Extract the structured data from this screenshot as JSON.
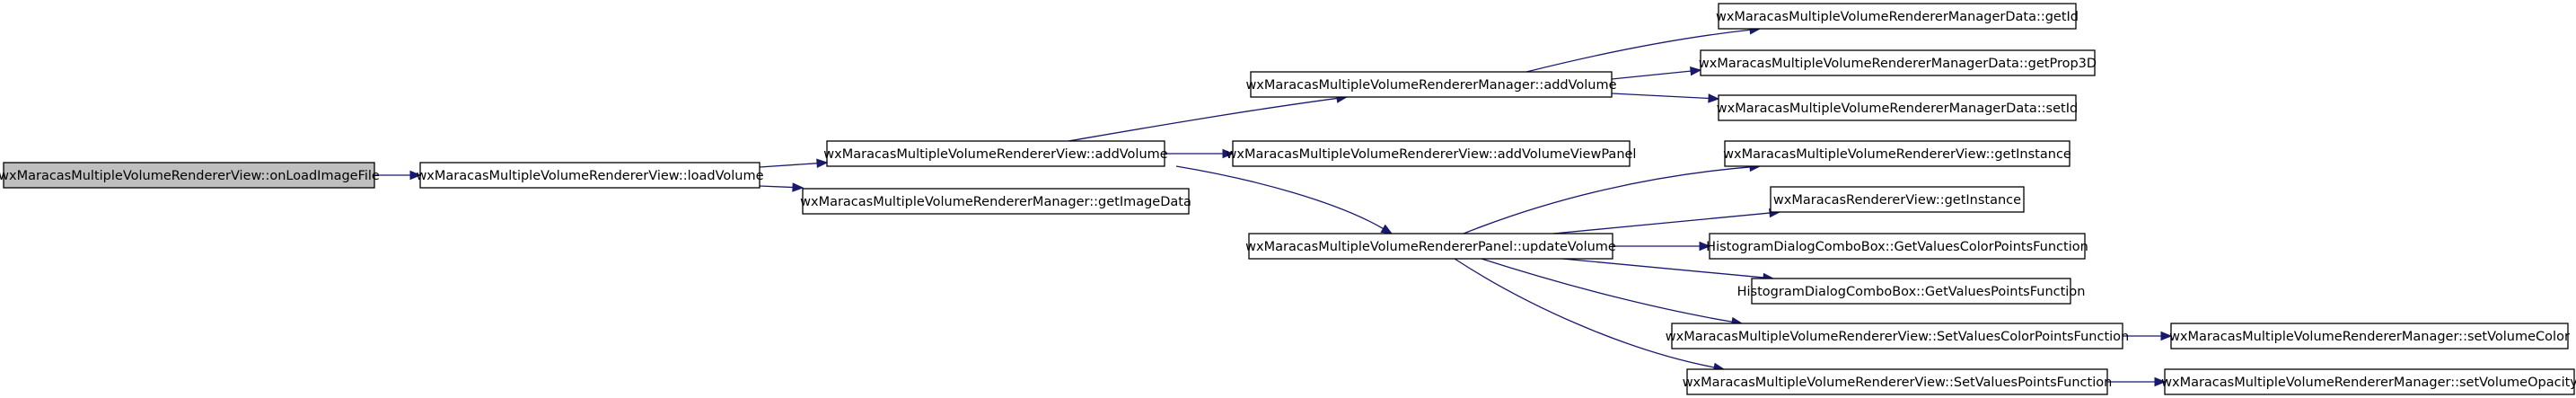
{
  "diagram": {
    "nodes": [
      {
        "id": "onLoadImageFile",
        "label": "wxMaracasMultipleVolumeRendererView::onLoadImageFile",
        "highlighted": true
      },
      {
        "id": "loadVolume",
        "label": "wxMaracasMultipleVolumeRendererView::loadVolume"
      },
      {
        "id": "addVolumeView",
        "label": "wxMaracasMultipleVolumeRendererView::addVolume"
      },
      {
        "id": "getImageData",
        "label": "wxMaracasMultipleVolumeRendererManager::getImageData"
      },
      {
        "id": "addVolumeMgr",
        "label": "wxMaracasMultipleVolumeRendererManager::addVolume"
      },
      {
        "id": "addVolumeViewPanel",
        "label": "wxMaracasMultipleVolumeRendererView::addVolumeViewPanel"
      },
      {
        "id": "updateVolume",
        "label": "wxMaracasMultipleVolumeRendererPanel::updateVolume"
      },
      {
        "id": "mgrDataGetId",
        "label": "wxMaracasMultipleVolumeRendererManagerData::getId"
      },
      {
        "id": "mgrDataGetProp3D",
        "label": "wxMaracasMultipleVolumeRendererManagerData::getProp3D"
      },
      {
        "id": "mgrDataSetId",
        "label": "wxMaracasMultipleVolumeRendererManagerData::setId"
      },
      {
        "id": "viewGetInstance",
        "label": "wxMaracasMultipleVolumeRendererView::getInstance"
      },
      {
        "id": "rendererGetInstance",
        "label": "wxMaracasRendererView::getInstance"
      },
      {
        "id": "getValuesColorPoints",
        "label": "HistogramDialogComboBox::GetValuesColorPointsFunction"
      },
      {
        "id": "getValuesPoints",
        "label": "HistogramDialogComboBox::GetValuesPointsFunction"
      },
      {
        "id": "setValuesColorPoints",
        "label": "wxMaracasMultipleVolumeRendererView::SetValuesColorPointsFunction"
      },
      {
        "id": "setValuesPoints",
        "label": "wxMaracasMultipleVolumeRendererView::SetValuesPointsFunction"
      },
      {
        "id": "setVolumeColor",
        "label": "wxMaracasMultipleVolumeRendererManager::setVolumeColor"
      },
      {
        "id": "setVolumeOpacity",
        "label": "wxMaracasMultipleVolumeRendererManager::setVolumeOpacity"
      }
    ],
    "edges": [
      {
        "from": "onLoadImageFile",
        "to": "loadVolume"
      },
      {
        "from": "loadVolume",
        "to": "addVolumeView"
      },
      {
        "from": "loadVolume",
        "to": "getImageData"
      },
      {
        "from": "addVolumeView",
        "to": "addVolumeMgr"
      },
      {
        "from": "addVolumeView",
        "to": "addVolumeViewPanel"
      },
      {
        "from": "addVolumeView",
        "to": "updateVolume"
      },
      {
        "from": "addVolumeMgr",
        "to": "mgrDataGetId"
      },
      {
        "from": "addVolumeMgr",
        "to": "mgrDataGetProp3D"
      },
      {
        "from": "addVolumeMgr",
        "to": "mgrDataSetId"
      },
      {
        "from": "updateVolume",
        "to": "viewGetInstance"
      },
      {
        "from": "updateVolume",
        "to": "rendererGetInstance"
      },
      {
        "from": "updateVolume",
        "to": "getValuesColorPoints"
      },
      {
        "from": "updateVolume",
        "to": "getValuesPoints"
      },
      {
        "from": "updateVolume",
        "to": "setValuesColorPoints"
      },
      {
        "from": "updateVolume",
        "to": "setValuesPoints"
      },
      {
        "from": "setValuesColorPoints",
        "to": "setVolumeColor"
      },
      {
        "from": "setValuesPoints",
        "to": "setVolumeOpacity"
      }
    ],
    "colors": {
      "node_fill": "#ffffff",
      "node_highlight_fill": "#bfbfbf",
      "node_border": "#000000",
      "edge": "#191970",
      "text": "#000000"
    }
  }
}
